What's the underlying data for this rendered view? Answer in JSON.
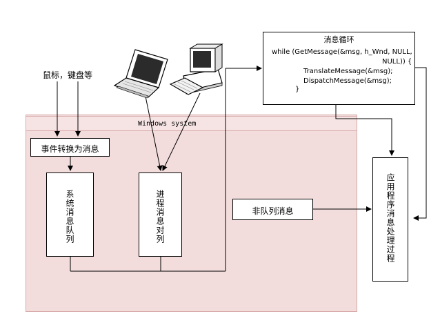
{
  "input_devices_label": "鼠标，键盘等",
  "windows_system_label": "Windows system",
  "event_convert_label": "事件转换为消息",
  "system_queue_label": "系统消息队列",
  "thread_queue_label": "进程消息对列",
  "non_queued_label": "非队列消息",
  "window_proc_label": "应用程序消息处理过程",
  "message_loop": {
    "title": "消息循环",
    "lines": [
      "while (GetMessage(&msg, h_Wnd, NULL,",
      "NULL)) {",
      "TranslateMessage(&msg);",
      "DispatchMessage(&msg);",
      "}"
    ]
  },
  "colors": {
    "windows_region_fill": "#f2dcdc",
    "windows_region_border": "#d8a9a9",
    "line": "#000000"
  },
  "icons": [
    "laptop-icon",
    "desktop-computer-icon"
  ]
}
